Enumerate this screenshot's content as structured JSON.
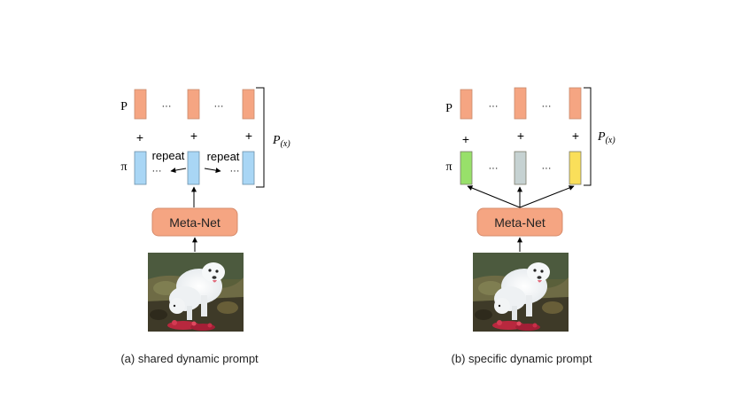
{
  "panels": [
    {
      "row_p_label": "P",
      "row_pi_label": "π",
      "plus": "+",
      "dots": "···",
      "repeat_label": "repeat",
      "bracket_label": "P(x)",
      "bracket_label_main": "P",
      "bracket_label_sub": "(x)",
      "metanet_label": "Meta-Net",
      "caption": "(a) shared dynamic prompt",
      "pi_colors": [
        "#a9d6f5",
        "#a9d6f5",
        "#a9d6f5"
      ]
    },
    {
      "row_p_label": "P",
      "row_pi_label": "π",
      "plus": "+",
      "dots": "···",
      "bracket_label": "P(x)",
      "bracket_label_main": "P",
      "bracket_label_sub": "(x)",
      "metanet_label": "Meta-Net",
      "caption": "(b) specific dynamic prompt",
      "pi_colors": [
        "#98e06a",
        "#c6d2d2",
        "#fadf5a"
      ]
    }
  ],
  "colors": {
    "prompt_block": "#f5a582",
    "prompt_stroke": "#c98a6c",
    "metanet_fill": "#f5a582",
    "metanet_stroke": "#d68b6b",
    "arrow": "#000000"
  },
  "icons": {
    "input_image": "dog-photo-icon"
  }
}
